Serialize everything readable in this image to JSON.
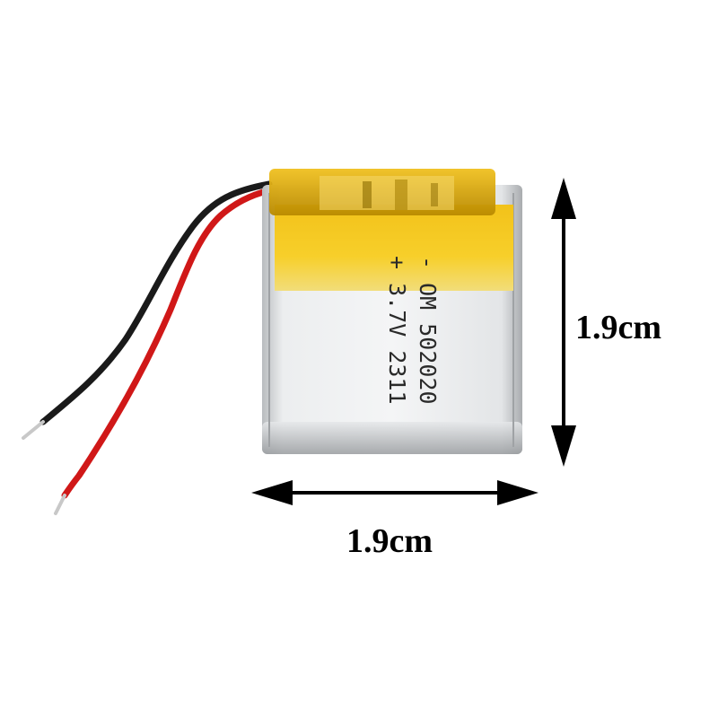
{
  "product": {
    "label_lines": [
      "- OM 502020",
      "+ 3.7V 2311"
    ]
  },
  "dimensions": {
    "height_label": "1.9cm",
    "width_label": "1.9cm"
  },
  "colors": {
    "background": "#ffffff",
    "kapton_tape": "#e8b400",
    "foil_body": "#d6d8da",
    "wire_red": "#d01818",
    "wire_black": "#1a1a1a",
    "arrow": "#000000"
  }
}
